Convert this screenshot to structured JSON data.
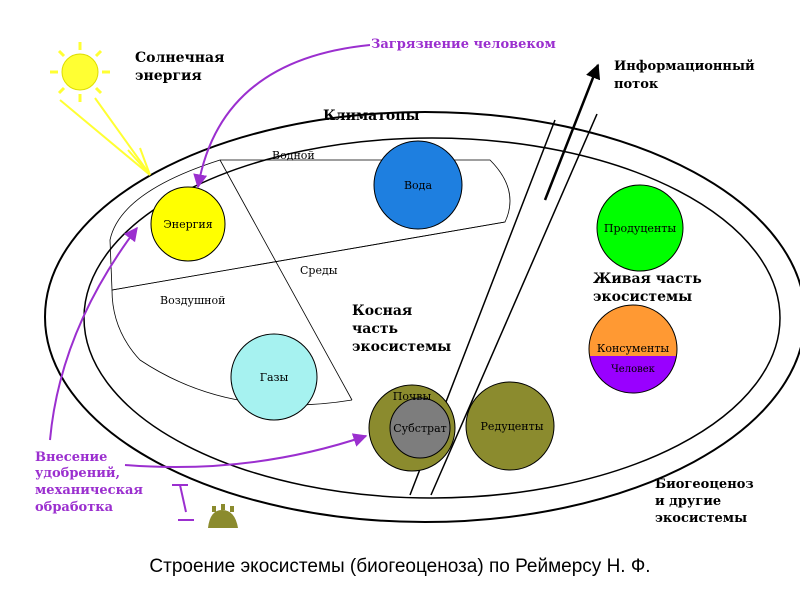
{
  "labels": {
    "solar": [
      "Солнечная",
      "энергия"
    ],
    "pollution": "Загрязнение человеком",
    "info_flow": [
      "Информационный",
      "поток"
    ],
    "climatopes": "Климатопы",
    "water_env": "Водной",
    "air_env": "Воздушной",
    "environments": "Среды",
    "inert_part": [
      "Косная",
      "часть",
      "экосистемы"
    ],
    "living_part": [
      "Живая часть",
      "экосистемы"
    ],
    "fertilizers": [
      "Внесение",
      "удобрений,",
      "механическая",
      "обработка"
    ],
    "biogeocenosis": [
      "Биогеоценоз",
      "и другие",
      "экосистемы"
    ]
  },
  "nodes": {
    "energy": "Энергия",
    "water": "Вода",
    "gases": "Газы",
    "soils": "Почвы",
    "substrate": "Субстрат",
    "reducers": "Редуценты",
    "producers": "Продуценты",
    "consumers": "Консументы",
    "human": "Человек"
  },
  "caption": "Строение экосистемы (биогеоценоза) по Реймерсу Н. Ф.",
  "colors": {
    "energy": "#ffff00",
    "water": "#1e7fe0",
    "gases": "#a6f2f0",
    "soil": "#8b8b2e",
    "substrate": "#7d7d7d",
    "reducers": "#8b8b2e",
    "producers": "#00ff00",
    "consumers": "#ff9933",
    "human": "#9900ff",
    "arrow_purple": "#9b2fcf",
    "sun": "#ffff33"
  }
}
